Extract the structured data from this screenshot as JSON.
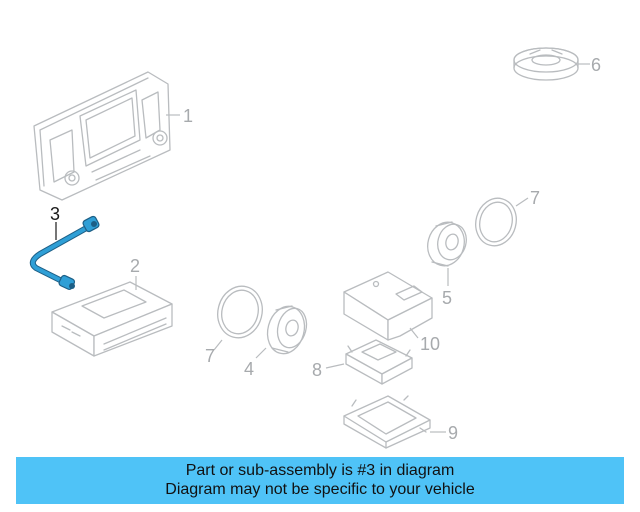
{
  "callouts": {
    "c1": "1",
    "c2": "2",
    "c3": "3",
    "c4a": "4",
    "c5": "5",
    "c6": "6",
    "c7a": "7",
    "c7b": "7",
    "c8": "8",
    "c9": "9",
    "c10": "10"
  },
  "banner": {
    "line1": "Part or sub-assembly is #3 in diagram",
    "line2": "Diagram may not be specific to your vehicle"
  },
  "colors": {
    "banner": "#4fc3f7",
    "highlight_part": "#2f9fd6",
    "diagram_lines": "#b9bcbf"
  }
}
